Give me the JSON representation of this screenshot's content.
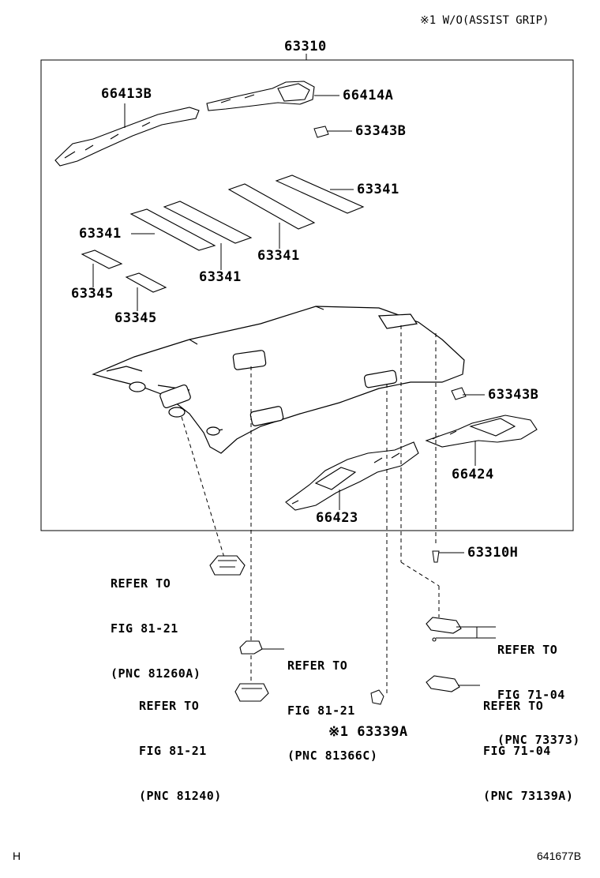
{
  "note": "※1  W/O(ASSIST GRIP)",
  "assembly_label": "63310",
  "parts": {
    "p66413B": "66413B",
    "p66414A": "66414A",
    "p63343B_top": "63343B",
    "p63341_a": "63341",
    "p63341_b": "63341",
    "p63341_c": "63341",
    "p63341_d": "63341",
    "p63345_a": "63345",
    "p63345_b": "63345",
    "p63343B_right": "63343B",
    "p66424": "66424",
    "p66423": "66423",
    "p63310H": "63310H",
    "p63339A": "※1 63339A"
  },
  "refs": {
    "r81260A": [
      "REFER TO",
      "FIG 81-21",
      "(PNC 81260A)"
    ],
    "r81366C": [
      "REFER TO",
      "FIG 81-21",
      "(PNC 81366C)"
    ],
    "r81240": [
      "REFER TO",
      "FIG 81-21",
      "(PNC 81240)"
    ],
    "r73373": [
      "REFER TO",
      "FIG 71-04",
      "(PNC 73373)"
    ],
    "r73139A": [
      "REFER TO",
      "FIG 71-04",
      "(PNC 73139A)"
    ]
  },
  "footer": {
    "left": "H",
    "right": "641677B"
  }
}
